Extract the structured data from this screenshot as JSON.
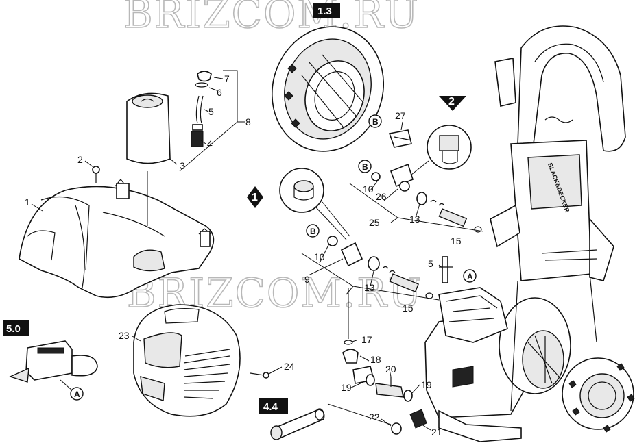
{
  "watermarks": [
    "BRIZCOM.RU",
    "BRIZCOM.RU"
  ],
  "box_labels": [
    "1.3",
    "5.0",
    "4.4"
  ],
  "callout_badges": [
    "1",
    "2"
  ],
  "circle_refs": [
    "B",
    "B",
    "B",
    "A",
    "A"
  ],
  "part_numbers": [
    "1",
    "2",
    "3",
    "4",
    "5",
    "6",
    "7",
    "8",
    "9",
    "10",
    "10",
    "13",
    "13",
    "15",
    "15",
    "5",
    "17",
    "18",
    "19",
    "19",
    "20",
    "21",
    "22",
    "23",
    "24",
    "25",
    "26",
    "27"
  ],
  "frame_brand": "BLACK&DECKER"
}
